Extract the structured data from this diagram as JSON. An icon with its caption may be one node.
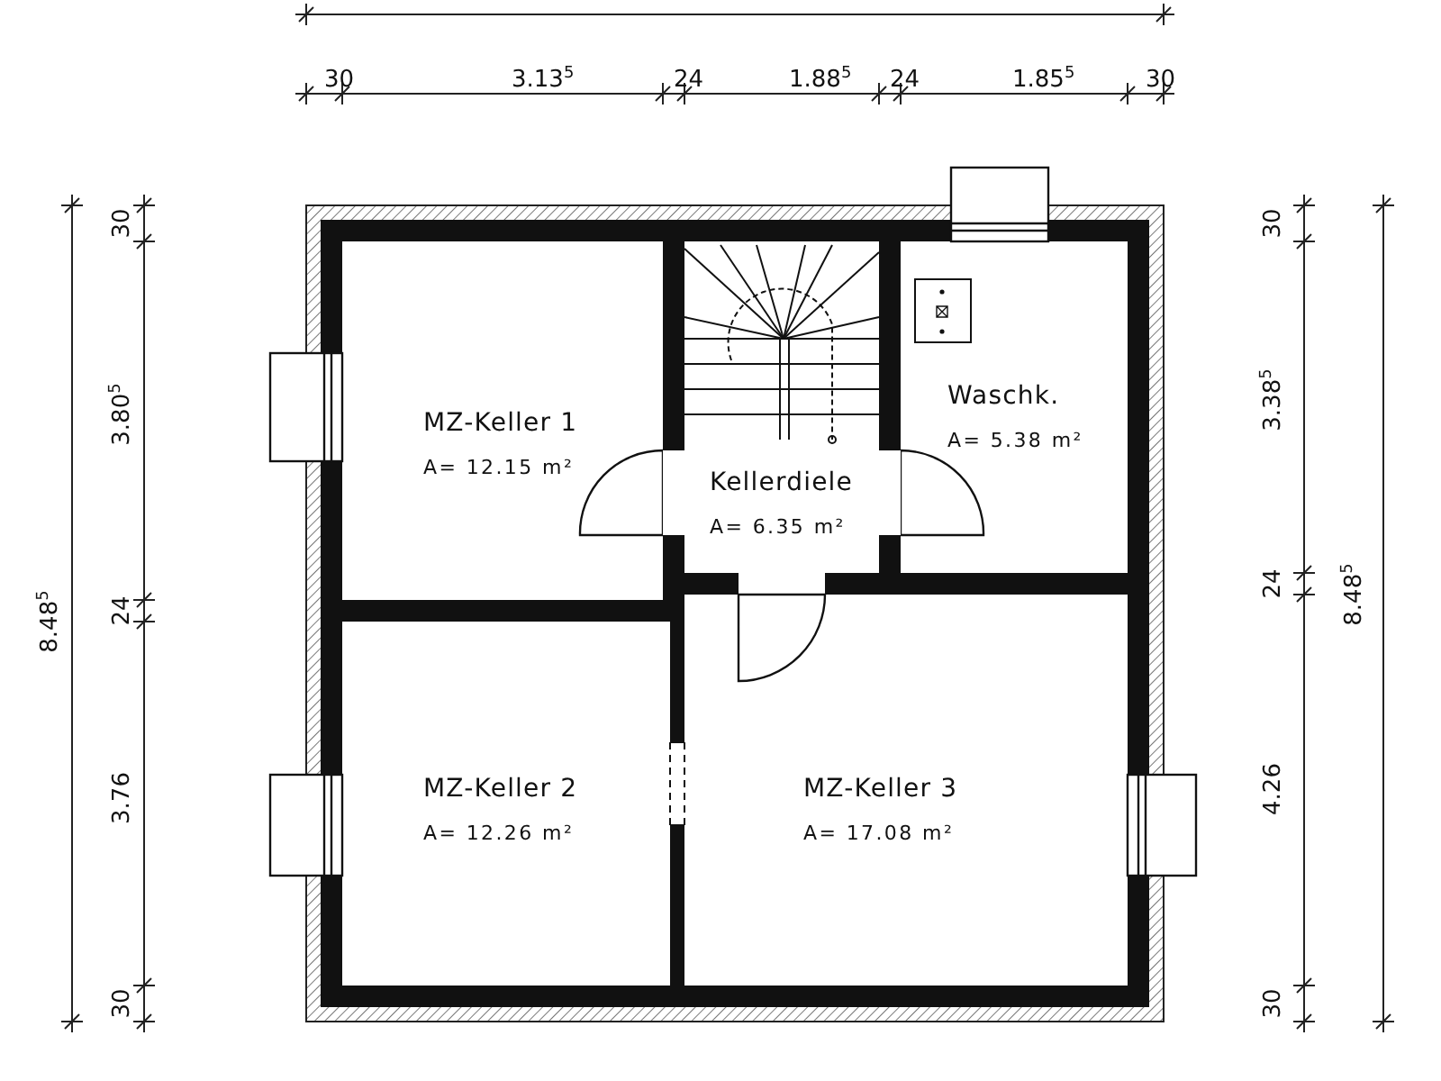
{
  "diagram": {
    "nodes": [
      {
        "text": [
          "MZ-Keller 1",
          "A= 12.15 m²"
        ]
      },
      {
        "text": [
          "Kellerdiele",
          "A= 6.35 m²"
        ]
      },
      {
        "text": [
          "Waschk.",
          "A= 5.38 m²"
        ]
      },
      {
        "text": [
          "MZ-Keller 2",
          "A= 12.26 m²"
        ]
      },
      {
        "text": [
          "MZ-Keller 3",
          "A= 17.08 m²"
        ]
      }
    ],
    "labels": [
      "30",
      "3.13$^{5}$",
      "24",
      "1.88$^{5}$",
      "24",
      "1.85$^{5}$",
      "30",
      "8.48$^{5}$",
      "30",
      "3.80$^{5}$",
      "24",
      "3.76",
      "30",
      "30",
      "3.38$^{5}$",
      "24",
      "4.26",
      "30",
      "8.48$^{5}$"
    ]
  }
}
